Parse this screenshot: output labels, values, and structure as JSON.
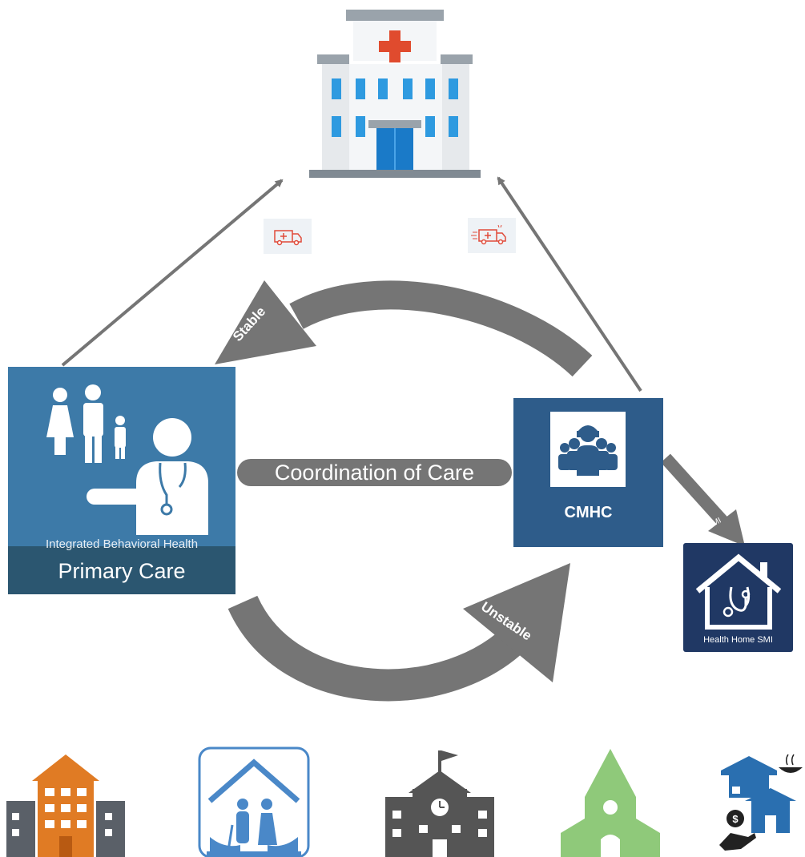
{
  "primary_care": {
    "subtitle": "Integrated Behavioral Health",
    "title": "Primary Care"
  },
  "coordination": {
    "label": "Coordination of Care"
  },
  "cmhc": {
    "label": "CMHC"
  },
  "health_home": {
    "label": "Health Home SMI"
  },
  "arrows": {
    "stable": "Stable",
    "unstable": "Unstable",
    "smi": "SMI"
  },
  "icons": {
    "top": "hospital-icon",
    "transport": "ambulance-icon",
    "bottom": [
      "apartment-building-icon",
      "elderly-housing-icon",
      "school-icon",
      "church-icon",
      "community-services-icon"
    ]
  },
  "colors": {
    "primary_care": "#3d7aa8",
    "primary_care_band": "#2b5670",
    "cmhc": "#2e5c8a",
    "health_home": "#203864",
    "arrow_gray": "#757575",
    "apartment": "#e07b24",
    "church": "#8fc97a",
    "school": "#555555",
    "services": "#2a6fb0"
  }
}
